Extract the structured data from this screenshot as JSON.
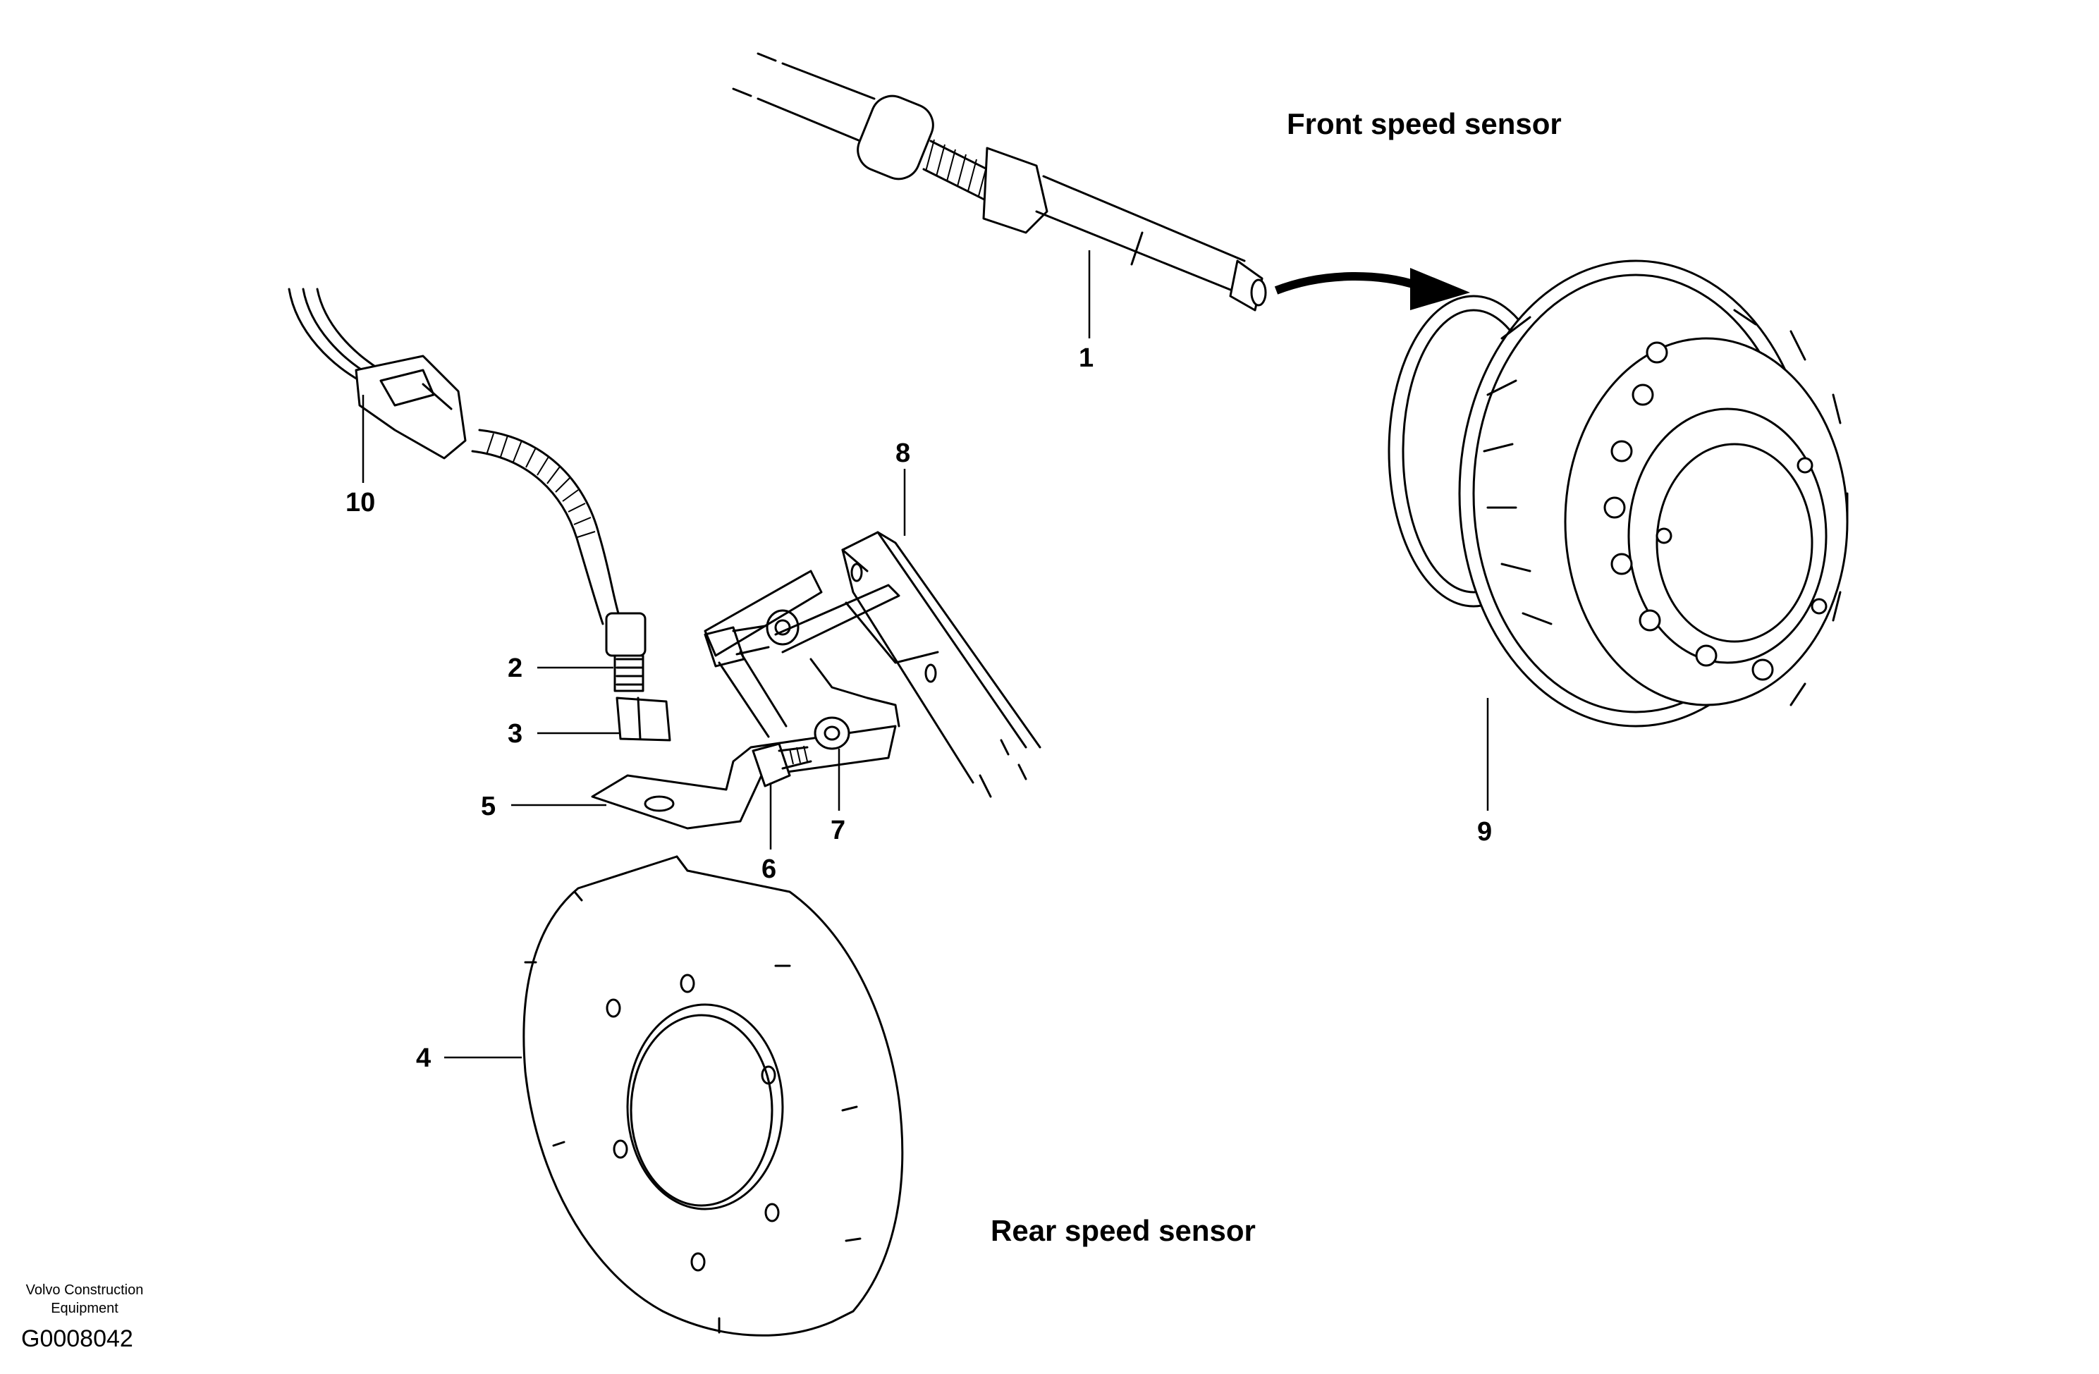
{
  "headings": {
    "front": "Front speed sensor",
    "rear": "Rear speed sensor"
  },
  "callouts": [
    "1",
    "2",
    "3",
    "4",
    "5",
    "6",
    "7",
    "8",
    "9",
    "10"
  ],
  "footer": {
    "brand_line1": "Volvo Construction",
    "brand_line2": "Equipment",
    "code": "G0008042"
  }
}
